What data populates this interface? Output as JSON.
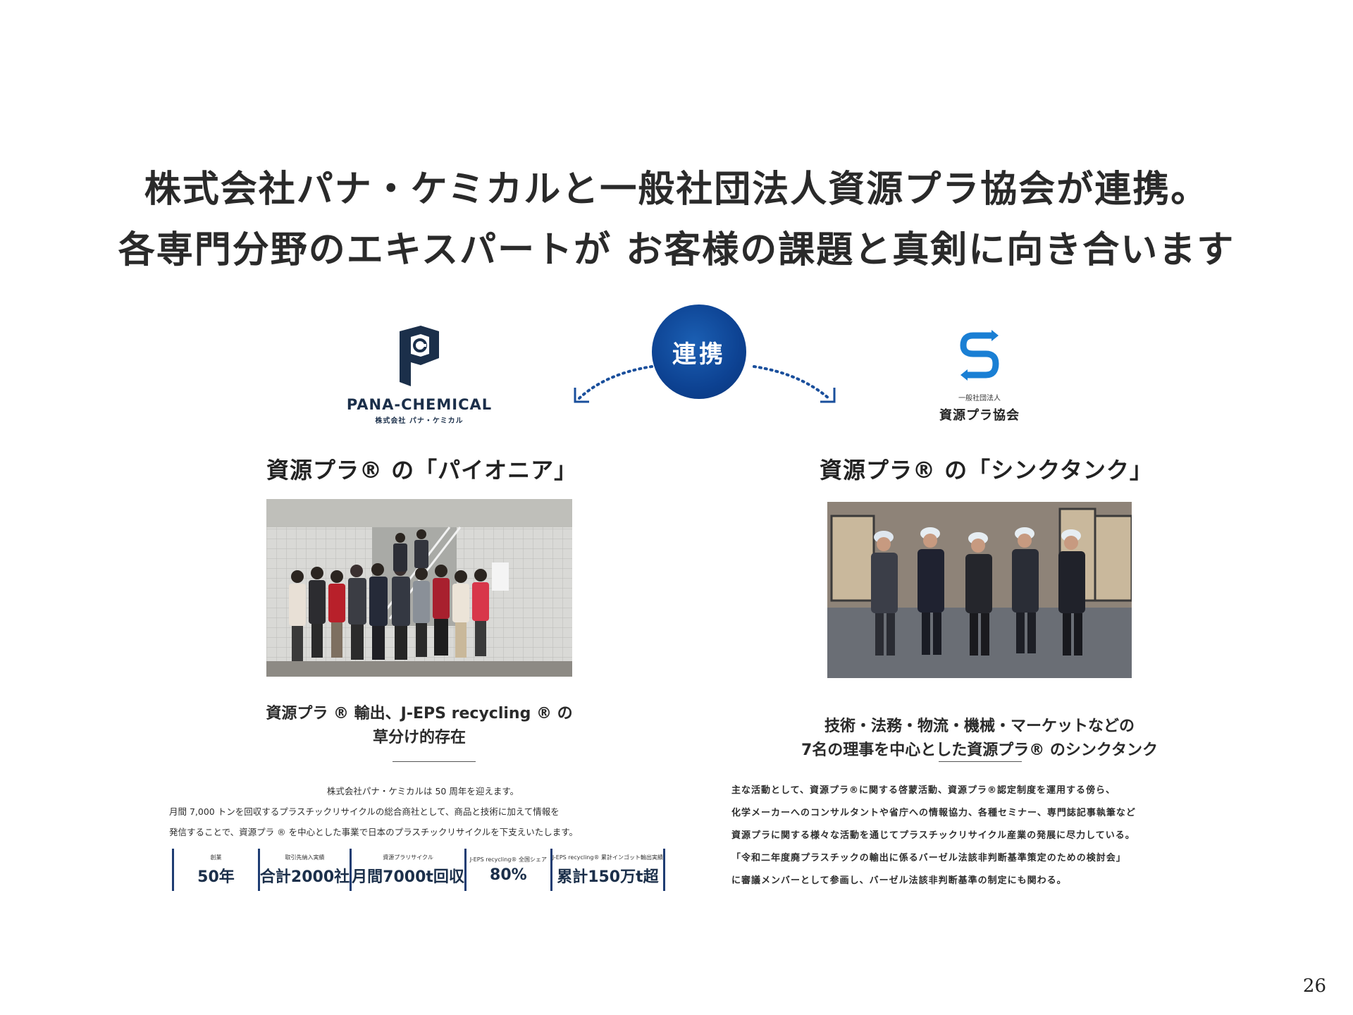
{
  "headline": {
    "line1": "株式会社パナ・ケミカルと一般社団法人資源プラ協会が連携。",
    "line2": "各専門分野のエキスパートが お客様の課題と真剣に向き合います"
  },
  "link": {
    "label": "連携"
  },
  "left": {
    "logo_name": "PANA-CHEMICAL",
    "logo_sub": "株式会社 パナ・ケミカル",
    "title": "資源プラ® の「パイオニア」",
    "tagline_1": "資源プラ ® 輸出、J-EPS recycling ® の",
    "tagline_2": "草分け的存在",
    "body_1": "株式会社パナ・ケミカルは 50 周年を迎えます。",
    "body_2": "月間 7,000 トンを回収するプラスチックリサイクルの総合商社として、商品と技術に加えて情報を",
    "body_3": "発信することで、資源プラ ® を中心とした事業で日本のプラスチックリサイクルを下支えいたします。",
    "stats": [
      {
        "label": "創業",
        "value": "50年"
      },
      {
        "label": "取引先納入実績",
        "value": "合計2000社"
      },
      {
        "label": "資源プラリサイクル",
        "value": "月間7000t回収"
      },
      {
        "label": "J-EPS recycling® 全国シェア",
        "value": "80%"
      },
      {
        "label": "J-EPS recycling® 累計インゴット輸出実績",
        "value": "累計150万t超"
      }
    ]
  },
  "right": {
    "logo_small": "一般社団法人",
    "logo_name": "資源プラ協会",
    "title": "資源プラ® の「シンクタンク」",
    "tagline_1": "技術・法務・物流・機械・マーケットなどの",
    "tagline_2": "7名の理事を中心とした資源プラ® のシンクタンク",
    "body_1": "主な活動として、資源プラ®に関する啓蒙活動、資源プラ®認定制度を運用する傍ら、",
    "body_2": "化学メーカーへのコンサルタントや省庁への情報協力、各種セミナー、専門誌記事執筆など",
    "body_3": "資源プラに関する様々な活動を通じてプラスチックリサイクル産業の発展に尽力している。",
    "body_4": "「令和二年度廃プラスチックの輸出に係るバーゼル法該非判断基準策定のための検討会」",
    "body_5": "に審議メンバーとして参画し、バーゼル法該非判断基準の制定にも関わる。"
  },
  "page_number": "26",
  "colors": {
    "navy": "#1b2f4a",
    "link_blue": "#0d4292",
    "accent_blue": "#1a7fd4"
  }
}
